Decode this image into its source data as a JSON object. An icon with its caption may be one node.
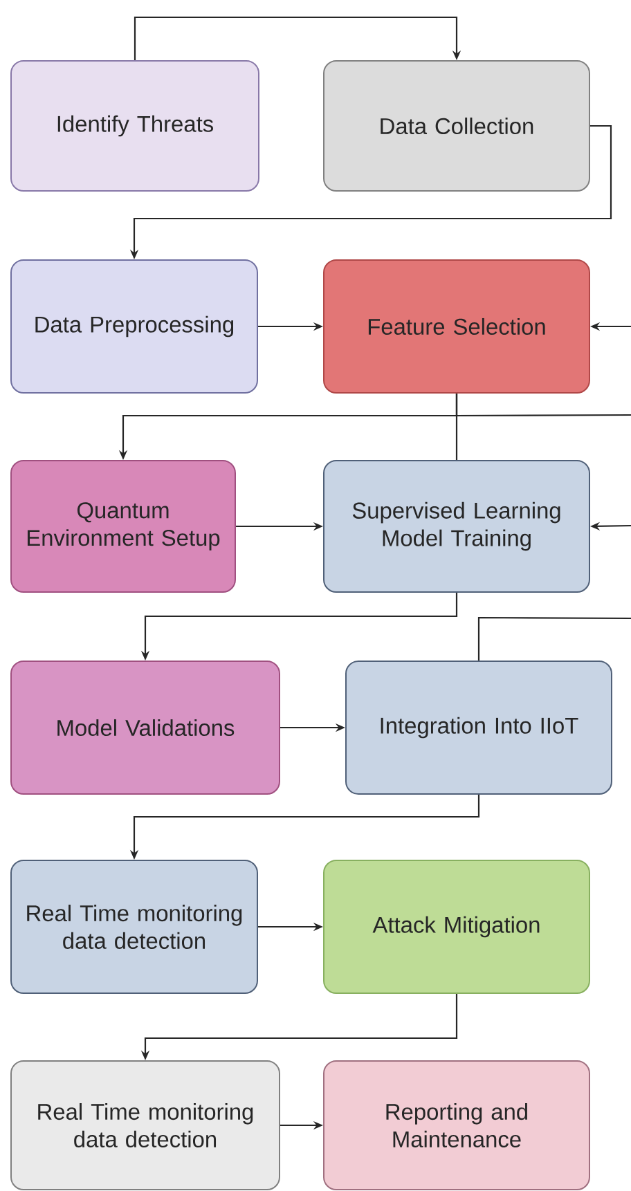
{
  "diagram": {
    "nodes": [
      {
        "text": [
          "Identify Threats"
        ]
      },
      {
        "text": [
          "Data Collection"
        ]
      },
      {
        "text": [
          "Data Preprocessing"
        ]
      },
      {
        "text": [
          "Feature Selection"
        ]
      },
      {
        "text": [
          "Quantum Environment Setup"
        ]
      },
      {
        "text": [
          "Supervised Learning Model Training"
        ]
      },
      {
        "text": [
          "Model Validations"
        ]
      },
      {
        "text": [
          "Integration Into IIoT"
        ]
      },
      {
        "text": [
          "Real Time monitoring data detection"
        ]
      },
      {
        "text": [
          "Attack Mitigation"
        ]
      },
      {
        "text": [
          "Real Time monitoring data detection"
        ]
      },
      {
        "text": [
          "Reporting and Maintenance"
        ]
      }
    ],
    "edges": [
      {
        "from": 0,
        "to": 1,
        "arrow": "to"
      },
      {
        "from": 1,
        "to": 2,
        "arrow": "to"
      },
      {
        "from": 2,
        "to": 3,
        "arrow": "to"
      },
      {
        "from": null,
        "to": 3,
        "arrow": "to"
      },
      {
        "from": 3,
        "to": 4,
        "arrow": "to"
      },
      {
        "from": 3,
        "to": 5,
        "arrow": "none"
      },
      {
        "from": 3,
        "to": null,
        "arrow": "none"
      },
      {
        "from": 4,
        "to": 5,
        "arrow": "to"
      },
      {
        "from": null,
        "to": 5,
        "arrow": "to"
      },
      {
        "from": 5,
        "to": 6,
        "arrow": "to"
      },
      {
        "from": 7,
        "to": null,
        "arrow": "none"
      },
      {
        "from": 6,
        "to": 7,
        "arrow": "to"
      },
      {
        "from": 7,
        "to": 8,
        "arrow": "to"
      },
      {
        "from": 8,
        "to": 9,
        "arrow": "to"
      },
      {
        "from": 9,
        "to": 10,
        "arrow": "to"
      },
      {
        "from": 10,
        "to": 11,
        "arrow": "to"
      }
    ]
  }
}
